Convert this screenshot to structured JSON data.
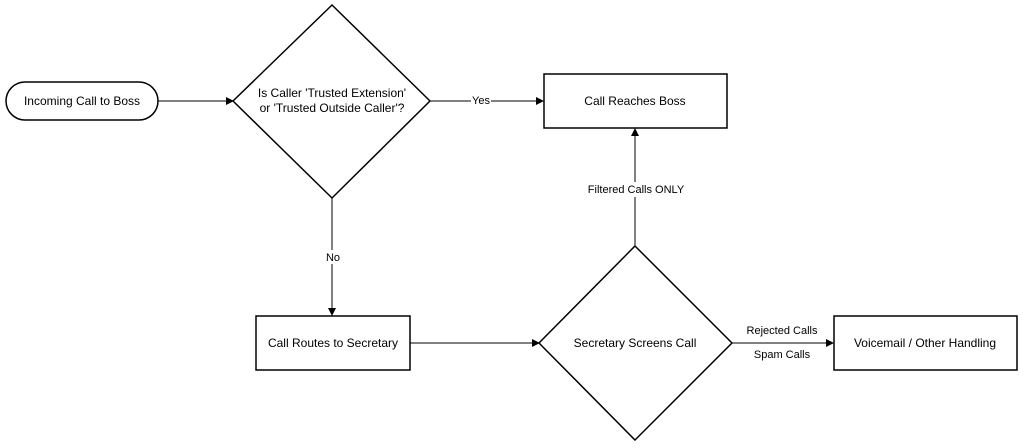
{
  "nodes": {
    "start": {
      "label": "Incoming Call to Boss"
    },
    "decision_trusted": {
      "line1": "Is Caller 'Trusted Extension'",
      "line2": "or 'Trusted Outside Caller'?"
    },
    "boss": {
      "label": "Call Reaches Boss"
    },
    "secretary_route": {
      "label": "Call Routes to Secretary"
    },
    "screen": {
      "label": "Secretary Screens Call"
    },
    "voicemail": {
      "label": "Voicemail / Other Handling"
    }
  },
  "edges": {
    "yes": "Yes",
    "no": "No",
    "filtered": "Filtered Calls ONLY",
    "rejected": "Rejected Calls",
    "spam": "Spam Calls"
  }
}
